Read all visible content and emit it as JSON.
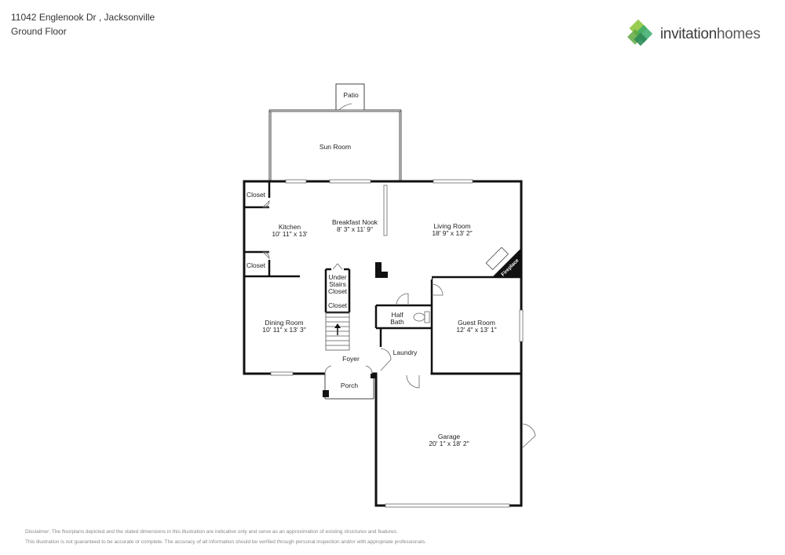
{
  "header": {
    "address": "11042 Englenook Dr , Jacksonville",
    "floor": "Ground Floor"
  },
  "logo": {
    "word1": "invitation",
    "word2": "homes",
    "colors": [
      "#8dc63f",
      "#5fa83f",
      "#2e8b57",
      "#3aaa6a"
    ]
  },
  "rooms": {
    "patio": "Patio",
    "sun_room": "Sun Room",
    "closet_top": "Closet",
    "kitchen": "Kitchen",
    "kitchen_dim": "10' 11\" x 13'",
    "breakfast_nook": "Breakfast Nook",
    "breakfast_nook_dim": "8' 3\" x 11' 9\"",
    "living_room": "Living Room",
    "living_room_dim": "18' 9\" x 13' 2\"",
    "fireplace": "Fireplace",
    "closet_mid": "Closet",
    "under_stairs_1": "Under",
    "under_stairs_2": "Stairs",
    "under_stairs_3": "Closet",
    "closet_stairs": "Closet",
    "dining_room": "Dining Room",
    "dining_room_dim": "10' 11\" x 13' 3\"",
    "half_bath_1": "Half",
    "half_bath_2": "Bath",
    "guest_room": "Guest Room",
    "guest_room_dim": "12' 4\" x 13' 1\"",
    "laundry": "Laundry",
    "foyer": "Foyer",
    "porch": "Porch",
    "garage": "Garage",
    "garage_dim": "20' 1\" x 18' 2\""
  },
  "disclaimer": {
    "line1": "Disclaimer: The floorplans depicted and the stated dimensions in this illustration are indicative only and serve as an approximation of existing structures and features.",
    "line2": "This illustration is not guaranteed to be accurate or complete. The accuracy of all information should be verified through personal inspection and/or with appropriate professionals."
  }
}
